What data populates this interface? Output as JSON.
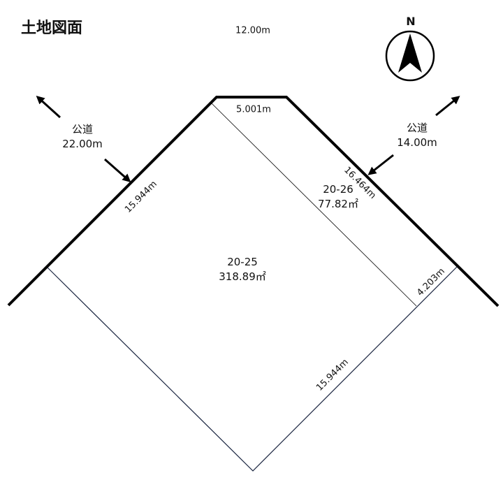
{
  "title": "土地図面",
  "compass": {
    "label": "N"
  },
  "top_road_width": "12.00m",
  "roads": {
    "left": {
      "label": "公道",
      "width": "22.00m"
    },
    "right": {
      "label": "公道",
      "width": "14.00m"
    }
  },
  "dimensions": {
    "top_edge": "5.001m",
    "left_edge": "15.944m",
    "right_edge": "16.464m",
    "small_edge": "4.203m",
    "bottom_edge": "15.944m"
  },
  "lots": [
    {
      "id": "20-25",
      "area": "318.89㎡"
    },
    {
      "id": "20-26",
      "area": "77.82㎡"
    }
  ]
}
